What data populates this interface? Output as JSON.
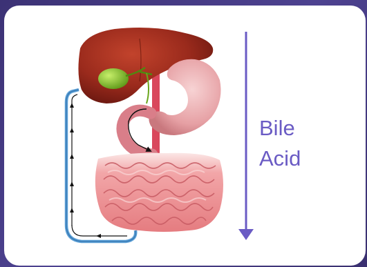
{
  "figure": {
    "label_line1": "Bile",
    "label_line2": "Acid"
  },
  "colors": {
    "background": "#4a3f86",
    "arrow": "#6a5bc4",
    "liver": "#9a2a1c",
    "gallbladder": "#7cbf2a",
    "stomach": "#e8a4a8",
    "intestine": "#ef8f92",
    "portal_vein": "#5b9fd6"
  },
  "icons": [
    "liver",
    "gallbladder",
    "stomach",
    "small-intestine",
    "portal-circulation",
    "down-arrow-icon"
  ]
}
